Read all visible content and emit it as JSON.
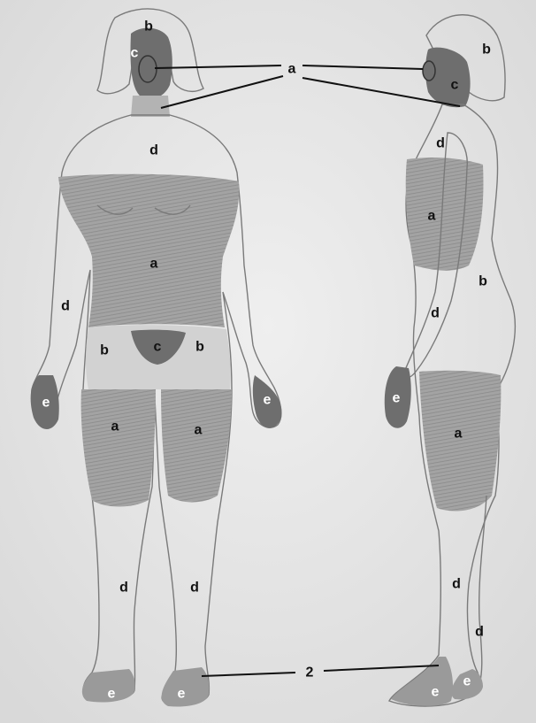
{
  "labels": {
    "a": "a",
    "b": "b",
    "c": "c",
    "d": "d",
    "e": "e",
    "two": "2"
  },
  "colors": {
    "paper": "#e9e9e9",
    "shading": "#9a9a9a",
    "dark_shading": "#6e6e6e",
    "outline": "#7a7a7a",
    "label_text": "#111111",
    "leader_line": "#111111"
  }
}
